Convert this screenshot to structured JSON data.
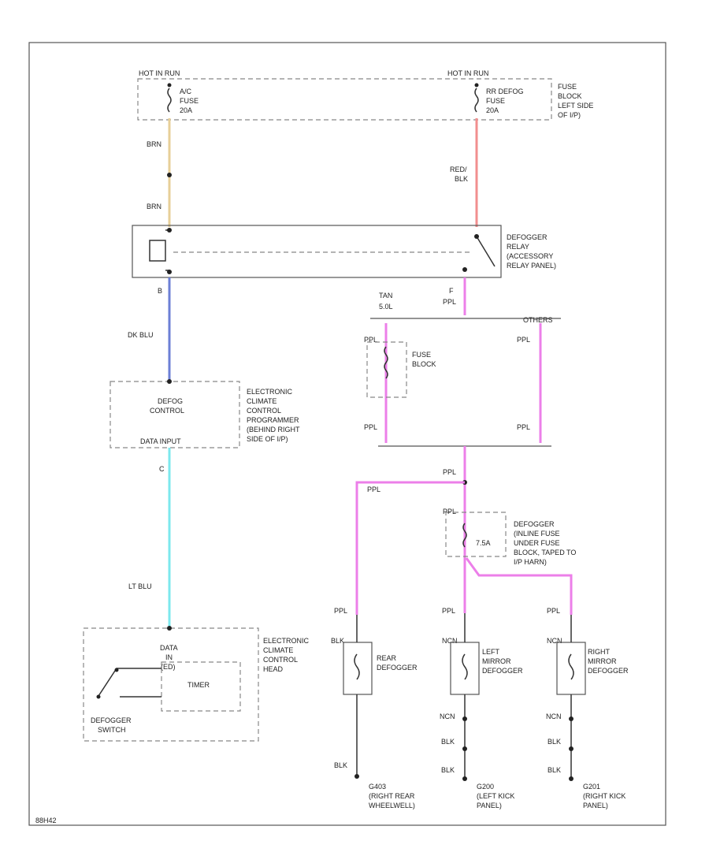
{
  "labels": {
    "hot_run_left": "HOT IN RUN",
    "ac_fuse_1": "A/C",
    "ac_fuse_2": "FUSE",
    "ac_fuse_3": "20A",
    "hot_run_right": "HOT IN RUN",
    "rdefog_fuse_1": "RR DEFOG",
    "rdefog_fuse_2": "FUSE",
    "rdefog_fuse_3": "20A",
    "fuse_block_1": "FUSE",
    "fuse_block_2": "BLOCK",
    "fuse_block_3": "LEFT SIDE",
    "fuse_block_4": "OF I/P)",
    "brn_1": "BRN",
    "brn_2": "BRN",
    "red_blk_1": "RED/",
    "red_blk_2": "BLK",
    "relay_1": "DEFOGGER",
    "relay_2": "RELAY",
    "relay_3": "(ACCESSORY",
    "relay_4": "RELAY PANEL)",
    "pin_b": "B",
    "pin_f": "F",
    "ppl_top": "PPL",
    "tan_1": "TAN",
    "tan_2": "5.0L",
    "other_1": "OTHERS",
    "dk_blu": "DK BLU",
    "ppl_fb_left": "PPL",
    "ppl_fb_right": "PPL",
    "fuse_block_inner_1": "FUSE",
    "fuse_block_inner_2": "BLOCK",
    "ppl_fb_bl": "PPL",
    "ppl_fb_br": "PPL",
    "defog_ctrl_1": "DEFOG",
    "defog_ctrl_2": "CONTROL",
    "data_input": "DATA INPUT",
    "ecc_prog_1": "ELECTRONIC",
    "ecc_prog_2": "CLIMATE",
    "ecc_prog_3": "CONTROL",
    "ecc_prog_4": "PROGRAMMER",
    "ecc_prog_5": "(BEHIND RIGHT",
    "ecc_prog_6": "SIDE OF I/P)",
    "pin_c": "C",
    "ppl_split": "PPL",
    "ppl_horz": "PPL",
    "ppl_inline": "PPL",
    "inline_fuse": "7.5A",
    "inline_1": "DEFOGGER",
    "inline_2": "(INLINE FUSE",
    "inline_3": "UNDER FUSE",
    "inline_4": "BLOCK, TAPED TO",
    "inline_5": "I/P HARN)",
    "lt_blu": "LT BLU",
    "data_1": "DATA",
    "data_2": "IN",
    "data_3": "(ED)",
    "timer": "TIMER",
    "defog_switch_1": "DEFOGGER",
    "defog_switch_2": "SWITCH",
    "ecc_head_1": "ELECTRONIC",
    "ecc_head_2": "CLIMATE",
    "ecc_head_3": "CONTROL",
    "ecc_head_4": "HEAD",
    "blk_rear_top": "BLK",
    "ppl_rear": "PPL",
    "ppl_left": "PPL",
    "ppl_right": "PPL",
    "rear_def_1": "REAR",
    "rear_def_2": "DEFOGGER",
    "left_def_1": "LEFT",
    "left_def_2": "MIRROR",
    "left_def_3": "DEFOGGER",
    "right_def_1": "RIGHT",
    "right_def_2": "MIRROR",
    "right_def_3": "DEFOGGER",
    "ncn_left_top": "NCN",
    "ncn_right_top": "NCN",
    "ncn_left_bot": "NCN",
    "ncn_right_bot": "NCN",
    "blk_left_1": "BLK",
    "blk_right_1": "BLK",
    "blk_rear": "BLK",
    "blk_left_2": "BLK",
    "blk_right_2": "BLK",
    "g_rear_1": "G403",
    "g_rear_2": "(RIGHT REAR",
    "g_rear_3": "WHEELWELL)",
    "g_left_1": "G200",
    "g_left_2": "(LEFT KICK",
    "g_left_3": "PANEL)",
    "g_right_1": "G201",
    "g_right_2": "(RIGHT KICK",
    "g_right_3": "PANEL)",
    "footer_id": "88H42"
  },
  "colors": {
    "brown_wire": "#e7cf98",
    "red_wire": "#f28e8e",
    "dk_blue_wire": "#6c7fd6",
    "lt_blue_wire": "#7ce8ee",
    "purple_wire": "#ec7fe9",
    "frame": "#555555"
  }
}
